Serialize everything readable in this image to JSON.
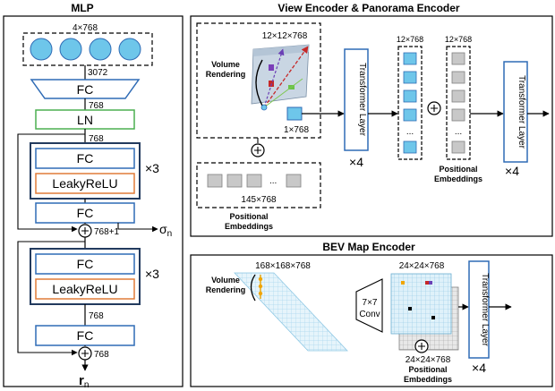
{
  "mlp": {
    "title": "MLP",
    "input_dim": "4×768",
    "flat_dim": "3072",
    "fc_label": "FC",
    "ln_label": "LN",
    "leaky_label": "LeakyReLU",
    "dim_768": "768",
    "dim_768_plus1": "768+1",
    "repeat": "×3",
    "sigma": "σ",
    "sigma_sub": "n",
    "r": "r",
    "r_sub": "n"
  },
  "view_encoder": {
    "title": "View Encoder & Panorama Encoder",
    "volume_label_1": "Volume",
    "volume_label_2": "Rendering",
    "grid_dim": "12×12×768",
    "token_dim": "1×768",
    "pos_dim": "145×768",
    "pos_label_1": "Positional",
    "pos_label_2": "Embeddings",
    "transformer": "Transformer Layer",
    "repeat": "×4",
    "tokens_dim": "12×768",
    "pos2_dim": "12×768",
    "pos2_label_1": "Positional",
    "pos2_label_2": "Embeddings",
    "ellipsis": "..."
  },
  "bev_encoder": {
    "title": "BEV Map Encoder",
    "volume_label_1": "Volume",
    "volume_label_2": "Rendering",
    "grid_dim": "168×168×768",
    "conv_1": "7×7",
    "conv_2": "Conv",
    "feat_dim": "24×24×768",
    "pos_dim": "24×24×768",
    "pos_label_1": "Positional",
    "pos_label_2": "Embeddings",
    "transformer": "Transformer Layer",
    "repeat": "×4"
  },
  "colors": {
    "fc_border": "#2f6bb5",
    "ln_border": "#4caf50",
    "leaky_border": "#e07b39",
    "token_fill": "#6ec6ea",
    "grey_token": "#c8c8c8",
    "bev_grid": "#a9d7ee"
  }
}
